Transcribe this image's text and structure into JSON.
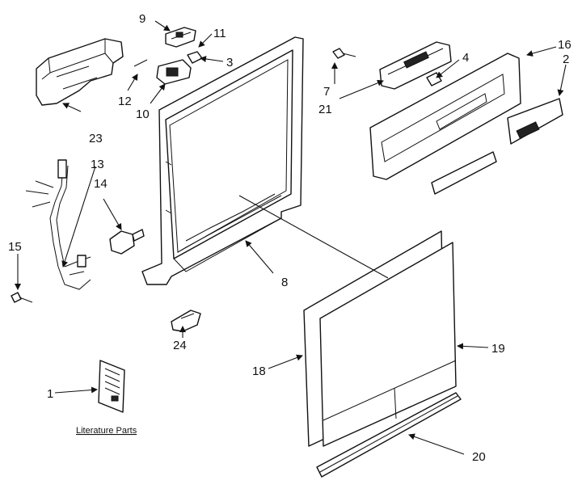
{
  "diagram": {
    "callouts": [
      "1",
      "2",
      "3",
      "4",
      "7",
      "8",
      "9",
      "10",
      "11",
      "12",
      "13",
      "14",
      "15",
      "16",
      "18",
      "19",
      "20",
      "21",
      "23",
      "24"
    ],
    "literature_label": "Literature Parts",
    "colors": {
      "ink": "#111111",
      "paper": "#ffffff",
      "shade": "#bdbdbd"
    }
  }
}
